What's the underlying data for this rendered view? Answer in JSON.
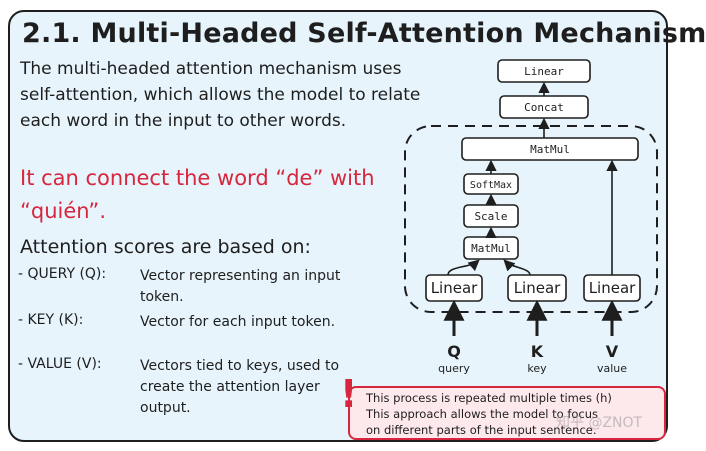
{
  "title": "2.1. Multi-Headed Self-Attention Mechanism",
  "intro": "The multi-headed attention mechanism uses self-attention, which allows the model to relate each word in the input to other words.",
  "highlight": "It can connect the word “de” with “quién”.",
  "scores_title": "Attention scores are based on:",
  "terms": [
    {
      "term": "- QUERY (Q):",
      "desc": "Vector representing an input token."
    },
    {
      "term": "- KEY (K):",
      "desc": "Vector for each input token."
    },
    {
      "term": "- VALUE (V):",
      "desc": "Vectors tied to keys, used to create the attention layer output."
    }
  ],
  "diagram": {
    "top_linear": "Linear",
    "concat": "Concat",
    "matmul_top": "MatMul",
    "softmax": "SoftMax",
    "scale": "Scale",
    "matmul_bottom": "MatMul",
    "linear_q": "Linear",
    "linear_k": "Linear",
    "linear_v": "Linear",
    "q_letter": "Q",
    "k_letter": "K",
    "v_letter": "V",
    "q_sub": "query",
    "k_sub": "key",
    "v_sub": "value"
  },
  "note": {
    "mark": "!",
    "lines": [
      "This process is repeated multiple times (h)",
      "This approach allows the model to focus",
      "on different parts of the input sentence."
    ]
  },
  "watermark": "知乎 @ZNOT"
}
